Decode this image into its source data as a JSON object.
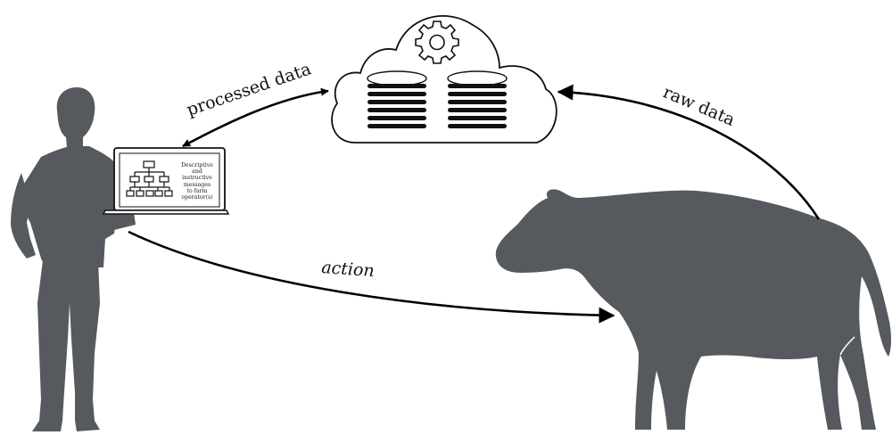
{
  "labels": {
    "processed_data": "processed data",
    "raw_data": "raw data",
    "action": "action"
  },
  "laptop_screen": {
    "message_lines": [
      "Descriptive",
      "and",
      "instructive",
      "messages",
      "to farm",
      "operator(s)"
    ]
  },
  "colors": {
    "silhouette": "#565a5f",
    "arrow": "#000000",
    "outline": "#111111",
    "background": "#ffffff"
  },
  "icons": [
    "person-silhouette",
    "laptop-icon",
    "flowchart-icon",
    "cloud-icon",
    "gear-icon",
    "database-icon",
    "cow-silhouette"
  ]
}
